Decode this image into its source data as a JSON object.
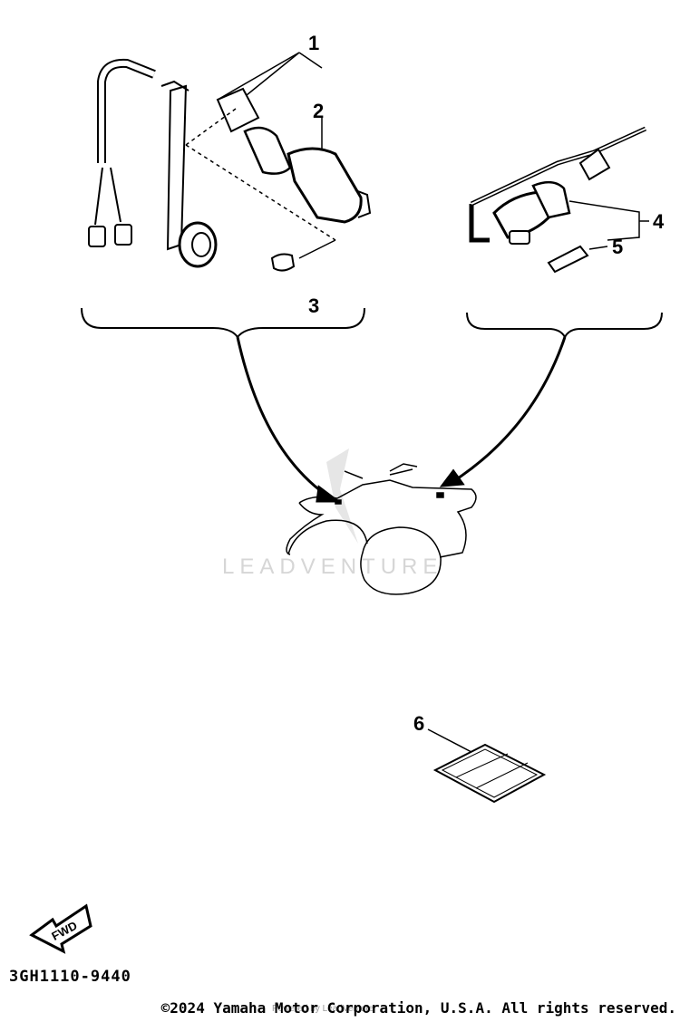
{
  "diagram": {
    "callouts": [
      {
        "id": "1",
        "label": "1"
      },
      {
        "id": "2",
        "label": "2"
      },
      {
        "id": "3",
        "label": "3"
      },
      {
        "id": "4",
        "label": "4"
      },
      {
        "id": "5",
        "label": "5"
      },
      {
        "id": "6",
        "label": "6"
      }
    ],
    "fwd_label": "FWD",
    "watermark": "LEADVENTURE"
  },
  "footer": {
    "part_number": "3GH1110-9440",
    "copyright": "©2024 Yamaha Motor Corporation, U.S.A. All rights reserved.",
    "credit": "Powered by LeadVenture"
  },
  "colors": {
    "ink": "#000000",
    "watermark": "#d6d6d6"
  }
}
